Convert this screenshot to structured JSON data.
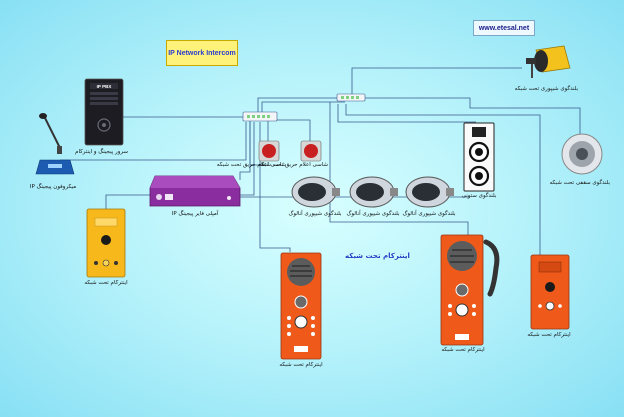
{
  "title": "IP Network Intercom",
  "website": "www.etesal.net",
  "network_label": "اینترکام تحت شبکه",
  "labels": {
    "server": "سرور پیجینگ و اینترکام",
    "microphone": "میکروفون پیجینگ IP",
    "amp": "آمپلی فایر پیجینگ IP",
    "intercom_left": "اینترکام تحت شبکه",
    "call_button_1": "شاسی اعلام حریق تحت شبکه",
    "call_button_2": "شاسی اعلام حریق تحت شبکه",
    "horn_1": "بلندگوی شیپوری آنالوگ",
    "horn_2": "بلندگوی شیپوری آنالوگ",
    "horn_3": "بلندگوی شیپوری آنالوگ",
    "column_speaker": "بلندگوی ستونی",
    "horn_net": "بلندگوی شیپوری تحت شبکه",
    "ceiling_speaker": "بلندگوی سقفی تحت شبکه",
    "intercom_center": "اینترکام تحت شبکه",
    "intercom_handset": "اینترکام تحت شبکه",
    "intercom_right": "اینترکام تحت شبکه"
  },
  "server_badge": "IP PBX",
  "colors": {
    "background": "#b8f3fb",
    "intercom_orange": "#ef5a1a",
    "intercom_yellow": "#f6b81b",
    "amp_purple": "#8a2d9e",
    "wire": "#3a5a8c"
  }
}
